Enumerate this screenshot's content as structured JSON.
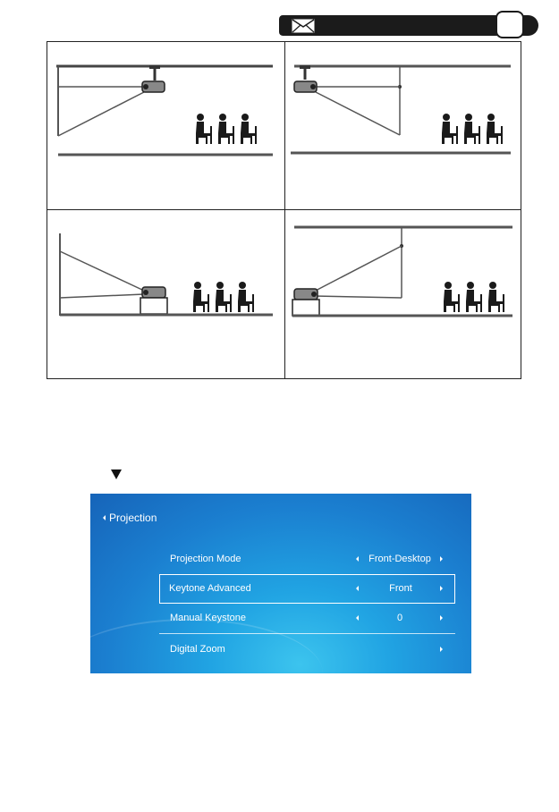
{
  "header": {
    "icon": "envelope-icon",
    "page_number": ""
  },
  "diagrams": [
    {
      "name": "front-ceiling",
      "icon": "ceiling-mounted-projector"
    },
    {
      "name": "rear-ceiling",
      "icon": "ceiling-mounted-rear-projector"
    },
    {
      "name": "front-desktop",
      "icon": "desktop-front-projector"
    },
    {
      "name": "rear-desktop",
      "icon": "desktop-rear-projector"
    }
  ],
  "menu": {
    "back_label": "Projection",
    "rows": [
      {
        "label": "Projection Mode",
        "value": "Front-Desktop"
      },
      {
        "label": "Keytone Advanced",
        "value": "Front"
      },
      {
        "label": "Manual Keystone",
        "value": "0"
      },
      {
        "label": "Digital Zoom",
        "value": ""
      }
    ]
  },
  "colors": {
    "menu_background": "#1b7fd0",
    "header_bar": "#1b1b1b"
  }
}
